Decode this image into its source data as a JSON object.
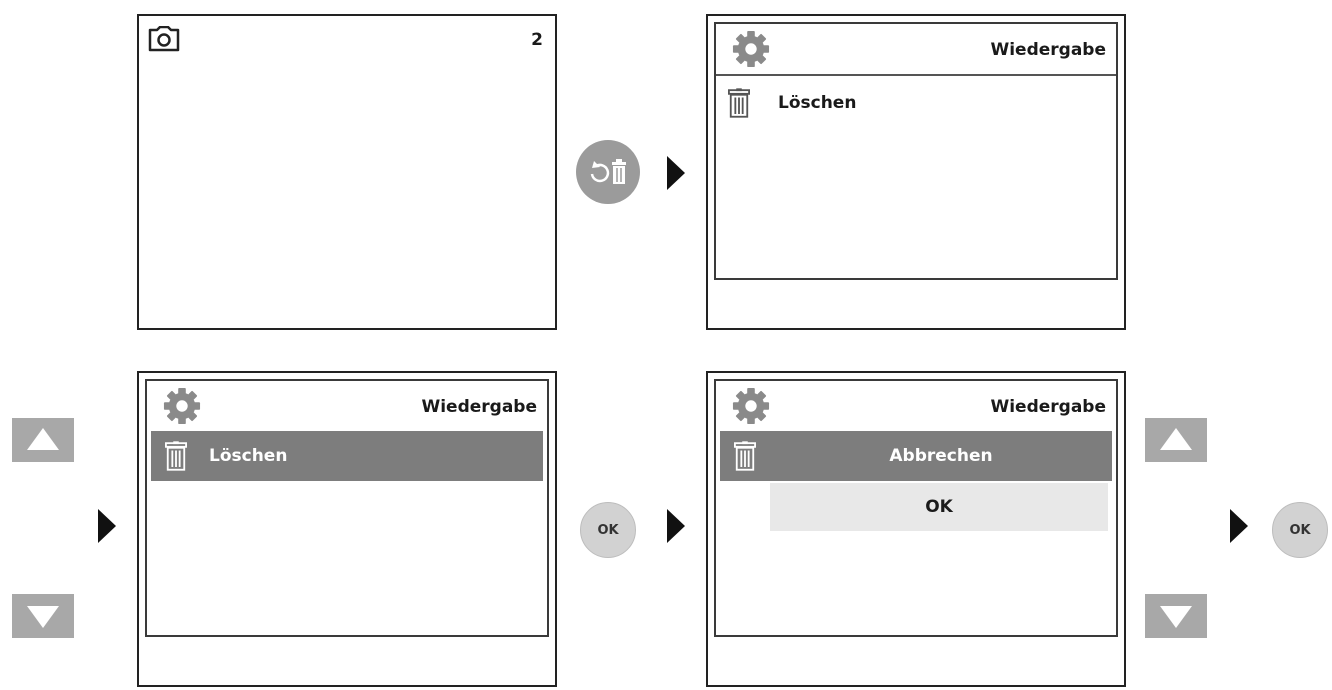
{
  "panel1": {
    "counter": "2",
    "camera_icon": "camera-icon"
  },
  "panel2": {
    "title": "Wiedergabe",
    "menu_item": "Löschen"
  },
  "panel3": {
    "title": "Wiedergabe",
    "menu_item": "Löschen"
  },
  "panel4": {
    "title": "Wiedergabe",
    "option_selected": "Abbrechen",
    "option_other": "OK"
  },
  "buttons": {
    "ok_label": "OK",
    "playback_delete_icon": "rotate-trash-icon",
    "up_icon": "up-arrow-icon",
    "down_icon": "down-arrow-icon"
  },
  "colors": {
    "highlight": "#7d7d7d",
    "option_bg": "#e8e8e8",
    "button_gray": "#9b9b9b",
    "ok_button": "#d2d2d2"
  }
}
